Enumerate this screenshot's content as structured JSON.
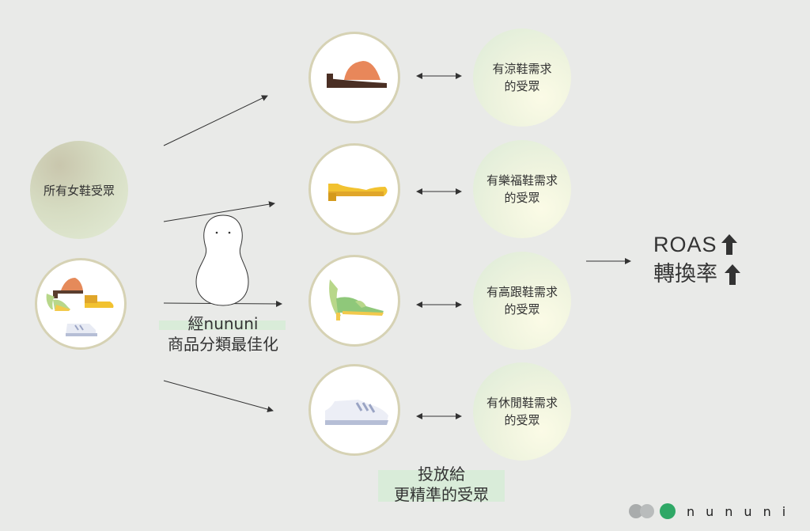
{
  "source": {
    "all_audience": "所有女鞋受眾"
  },
  "process": {
    "line1": "經nununi",
    "line2": "商品分類最佳化"
  },
  "audiences": [
    {
      "line1": "有涼鞋需求",
      "line2": "的受眾"
    },
    {
      "line1": "有樂福鞋需求",
      "line2": "的受眾"
    },
    {
      "line1": "有高跟鞋需求",
      "line2": "的受眾"
    },
    {
      "line1": "有休閒鞋需求",
      "line2": "的受眾"
    }
  ],
  "delivery": {
    "line1": "投放給",
    "line2": "更精準的受眾"
  },
  "result": {
    "line1": "ROAS",
    "line2": "轉換率"
  },
  "brand": {
    "name": "nununi"
  },
  "icons": [
    "sandal-icon",
    "loafer-icon",
    "high-heel-icon",
    "sneaker-icon",
    "up-arrow-icon",
    "mascot-icon"
  ],
  "colors": {
    "background": "#e9eae8",
    "ring": "#d6d2b4",
    "highlight": "#d9ecd9",
    "brand_green": "#2fa866",
    "brand_gray": "#a9acac"
  }
}
